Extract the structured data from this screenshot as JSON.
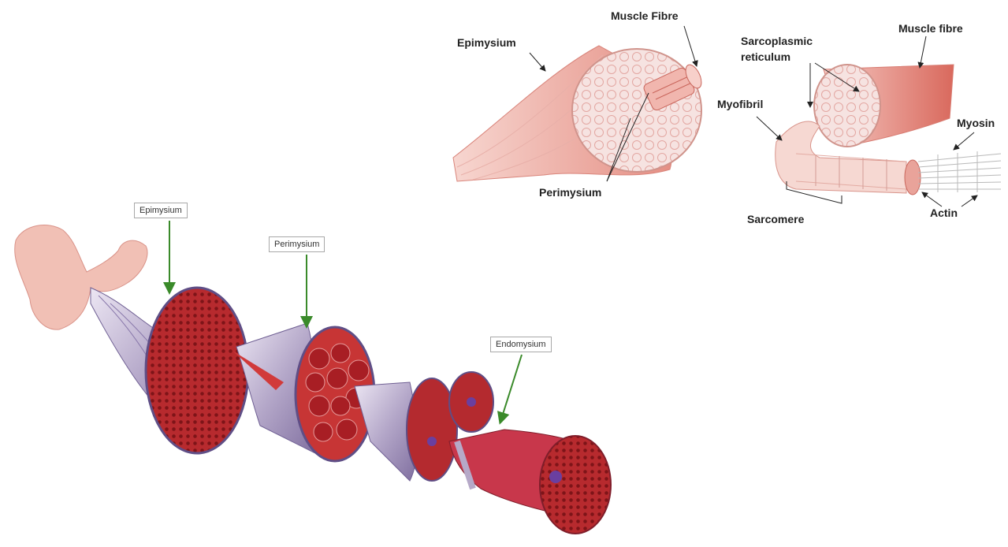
{
  "top_left_figure": {
    "labels": {
      "epimysium": "Epimysium",
      "muscle_fibre": "Muscle Fibre",
      "perimysium": "Perimysium"
    }
  },
  "top_right_figure": {
    "labels": {
      "sarcoplasmic_line1": "Sarcoplasmic",
      "sarcoplasmic_line2": "reticulum",
      "muscle_fibre": "Muscle fibre",
      "myofibril": "Myofibril",
      "myosin": "Myosin",
      "sarcomere": "Sarcomere",
      "actin": "Actin"
    }
  },
  "bottom_figure": {
    "labels": {
      "epimysium": "Epimysium",
      "perimysium": "Perimysium",
      "endomysium": "Endomysium"
    },
    "arrow_color": "#3a8a2a"
  },
  "colors": {
    "muscle_red": "#c0392b",
    "muscle_pink": "#e8a8a0",
    "sheath_lavender": "#b6a9c8",
    "fascicle_dark": "#9c1f26"
  }
}
